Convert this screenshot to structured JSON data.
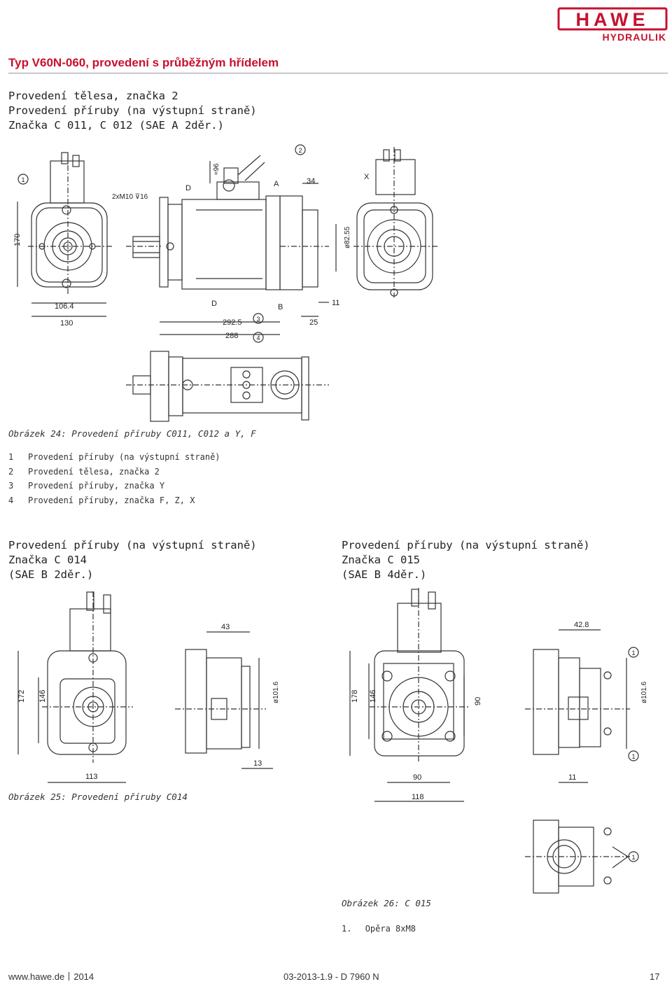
{
  "header": {
    "logo_text": "HAWE",
    "logo_sub": "HYDRAULIK",
    "title": "Typ V60N-060, provedení s průběžným hřídelem"
  },
  "section1": {
    "lines": [
      "Provedení tělesa, značka 2",
      "Provedení příruby (na výstupní straně)",
      "Značka C 011, C 012 (SAE A 2děr.)"
    ]
  },
  "figure24": {
    "dims": {
      "d170": "170",
      "d1064": "106.4",
      "d130": "130",
      "d2925": "292.5",
      "d288": "288",
      "d25": "25",
      "d11": "11",
      "d34": "34",
      "d96": "≈96",
      "d8255": "ø82.55",
      "thread": "2xM10 ⊽16"
    },
    "letters": {
      "A": "A",
      "B": "B",
      "D": "D",
      "X": "X"
    },
    "callouts": [
      "1",
      "2",
      "3",
      "4"
    ],
    "caption": "Obrázek 24: Provedení příruby C011, C012 a Y, F"
  },
  "legend": [
    {
      "num": "1",
      "text": "Provedení příruby (na výstupní straně)"
    },
    {
      "num": "2",
      "text": "Provedení tělesa, značka 2"
    },
    {
      "num": "3",
      "text": "Provedení příruby, značka Y"
    },
    {
      "num": "4",
      "text": "Provedení příruby, značka F, Z, X"
    }
  ],
  "left_block": {
    "lines": [
      "Provedení příruby (na výstupní straně)",
      "Značka C 014",
      "(SAE B 2děr.)"
    ],
    "dims": {
      "d172": "172",
      "d146": "146",
      "d113": "113",
      "d43": "43",
      "d1016": "ø101.6",
      "d13": "13"
    },
    "caption": "Obrázek 25: Provedení příruby C014"
  },
  "right_block": {
    "lines": [
      "Provedení příruby (na výstupní straně)",
      "Značka C 015",
      "(SAE B 4děr.)"
    ],
    "dims": {
      "d178": "178",
      "d146": "146",
      "d90v": "90",
      "d90": "90",
      "d118": "118",
      "d428": "42.8",
      "d1016": "ø101.6",
      "d11": "11"
    },
    "callout": "1",
    "caption": "Obrázek 26: C 015",
    "note_num": "1.",
    "note_text": "Opěra 8xM8"
  },
  "footer": {
    "url": "www.hawe.de",
    "year": "2014",
    "doc": "03-2013-1.9 - D 7960 N",
    "page": "17"
  },
  "colors": {
    "brand_red": "#c8102e",
    "text": "#222222",
    "line": "#333333"
  }
}
